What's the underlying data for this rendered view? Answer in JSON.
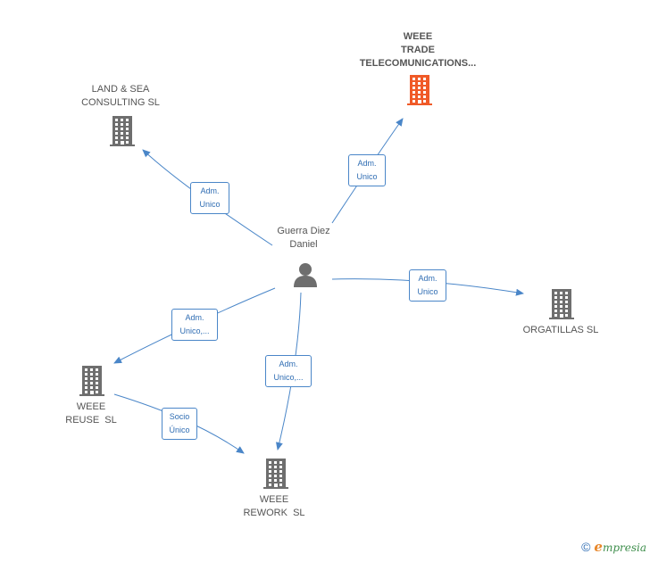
{
  "colors": {
    "edge": "#4a86c8",
    "edge_label_text": "#2f6db3",
    "building": "#6e6e6e",
    "building_highlight": "#f05a28",
    "person": "#6e6e6e",
    "label_text": "#555555"
  },
  "nodes": {
    "person": {
      "label_line1": "Guerra Diez",
      "label_line2": "Daniel",
      "icon": "person-icon"
    },
    "weee_trade": {
      "label_line1": "WEEE",
      "label_line2": "TRADE",
      "label_line3": "TELECOMUNICATIONS...",
      "icon": "building-icon"
    },
    "land_sea": {
      "label_line1": "LAND & SEA",
      "label_line2": "CONSULTING SL",
      "icon": "building-icon"
    },
    "orgatillas": {
      "label_line1": "ORGATILLAS SL",
      "icon": "building-icon"
    },
    "weee_reuse": {
      "label_line1": "WEEE",
      "label_line2": "REUSE  SL",
      "icon": "building-icon"
    },
    "weee_rework": {
      "label_line1": "WEEE",
      "label_line2": "REWORK  SL",
      "icon": "building-icon"
    }
  },
  "edges": {
    "to_land_sea": {
      "line1": "Adm.",
      "line2": "Unico"
    },
    "to_weee_trade": {
      "line1": "Adm.",
      "line2": "Unico"
    },
    "to_orgatillas": {
      "line1": "Adm.",
      "line2": "Unico"
    },
    "to_weee_reuse": {
      "line1": "Adm.",
      "line2": "Unico,..."
    },
    "to_weee_rework": {
      "line1": "Adm.",
      "line2": "Unico,..."
    },
    "reuse_to_rework": {
      "line1": "Socio",
      "line2": "Único"
    }
  },
  "watermark": {
    "copyright": "©",
    "brand_initial": "e",
    "brand_rest": "mpresia"
  }
}
